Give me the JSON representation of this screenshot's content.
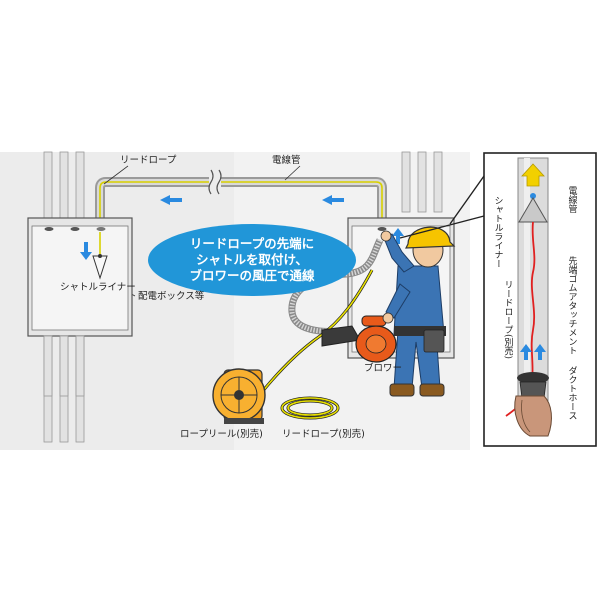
{
  "labels": {
    "lead_rope_top": "リードロープ",
    "conduit": "電線管",
    "shuttle_liner": "シャトルライナー",
    "distribution_box": "配電ボックス等",
    "blower": "ブロワー",
    "rope_reel": "ロープリール(別売)",
    "lead_rope_bottom": "リードロープ(別売)"
  },
  "callout": {
    "line1": "リードロープの先端に",
    "line2": "シャトルを取付け、",
    "line3": "ブロワーの風圧で通線"
  },
  "inset": {
    "conduit": "電線管",
    "shuttle_liner": "シャトルライナー",
    "lead_rope": "リードロープ(別売)",
    "rubber_attachment": "先端ゴムアタッチメント",
    "duct_hose": "ダクトホース"
  },
  "colors": {
    "callout_fill": "#2196d8",
    "helmet": "#f6c400",
    "uniform": "#3b74b4",
    "blower": "#e85a1a",
    "arrow_blue": "#2a8ae0",
    "arrow_yellow": "#f2d000",
    "rope_yellow": "#e8e000",
    "rope_red": "#e02020"
  }
}
